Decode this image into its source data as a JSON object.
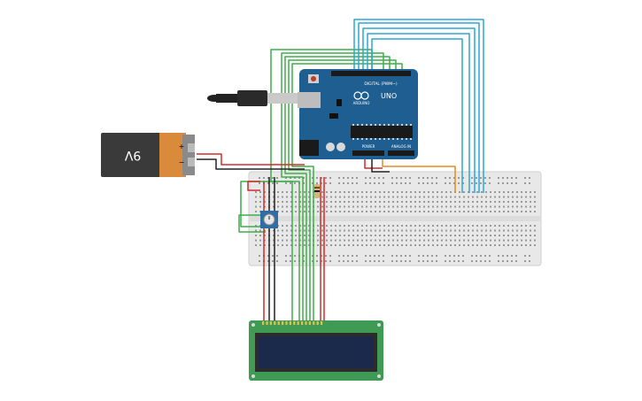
{
  "battery": {
    "label": "9V",
    "plus": "+",
    "minus": "−",
    "body_color": "#3a3a3a",
    "cap_color": "#d98a3a"
  },
  "arduino": {
    "brand": "ARDUINO",
    "model": "UNO",
    "digital_header": "DIGITAL (PWM~)",
    "power_header": "POWER",
    "analog_header": "ANALOG IN",
    "board_color": "#1f5e91"
  },
  "lcd": {
    "board_color": "#3f9a54",
    "screen_color": "#1b2a4a"
  },
  "wires": {
    "green": "#3fae49",
    "blue": "#2aa7d8",
    "red": "#d52a2a",
    "black": "#222222",
    "orange": "#e88a1f"
  }
}
